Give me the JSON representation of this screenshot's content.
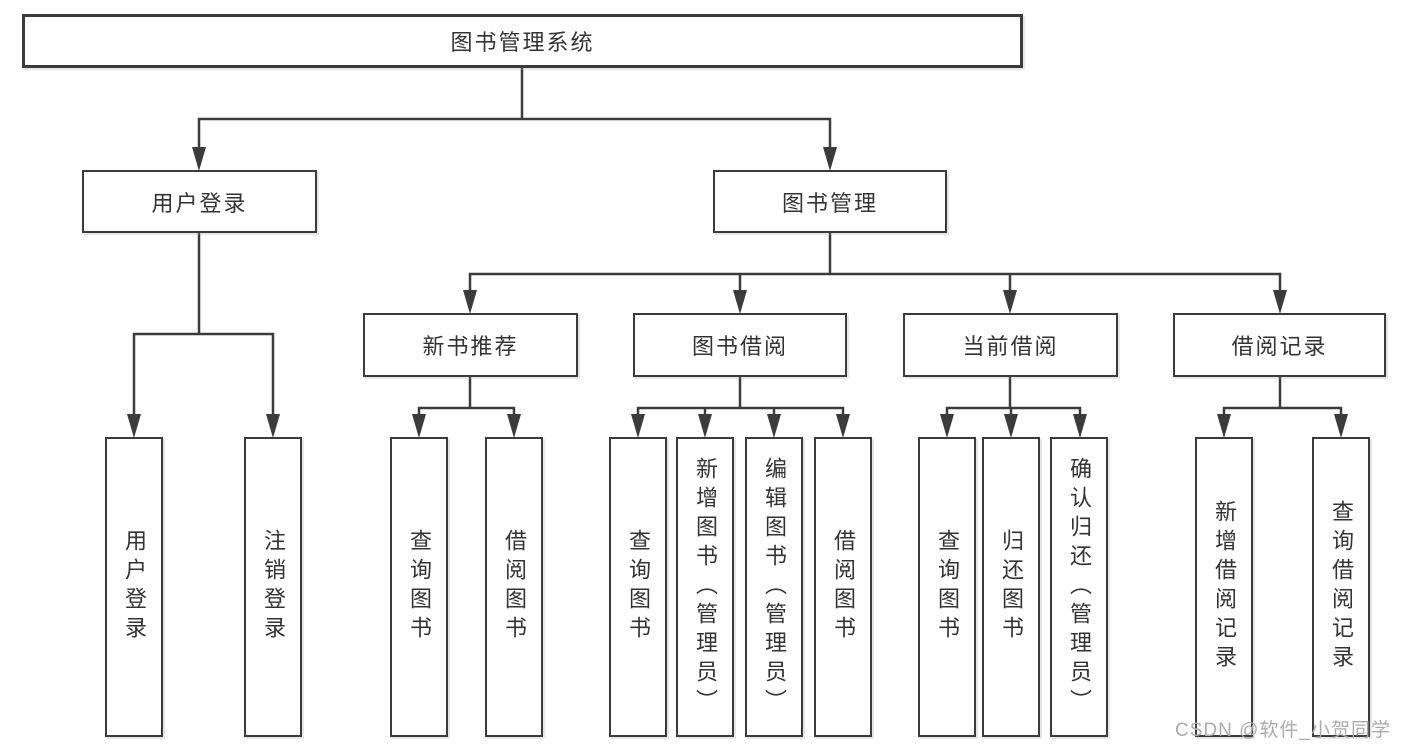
{
  "diagram": {
    "root": {
      "label": "图书管理系统"
    },
    "level2": [
      {
        "label": "用户登录"
      },
      {
        "label": "图书管理"
      }
    ],
    "level3": [
      {
        "label": "新书推荐"
      },
      {
        "label": "图书借阅"
      },
      {
        "label": "当前借阅"
      },
      {
        "label": "借阅记录"
      }
    ],
    "leaves": {
      "user_login": [
        {
          "label": "用户登录"
        },
        {
          "label": "注销登录"
        }
      ],
      "new_book_recommend": [
        {
          "label": "查询图书"
        },
        {
          "label": "借阅图书"
        }
      ],
      "book_borrow": [
        {
          "label": "查询图书"
        },
        {
          "label": "新增图书（管理员）"
        },
        {
          "label": "编辑图书（管理员）"
        },
        {
          "label": "借阅图书"
        }
      ],
      "current_borrow": [
        {
          "label": "查询图书"
        },
        {
          "label": "归还图书"
        },
        {
          "label": "确认归还（管理员）"
        }
      ],
      "borrow_records": [
        {
          "label": "新增借阅记录"
        },
        {
          "label": "查询借阅记录"
        }
      ]
    },
    "colors": {
      "line": "#3b3b3b",
      "text": "#333333",
      "background": "#ffffff",
      "watermark": "#ababab"
    },
    "watermark": "CSDN @软件_小贺同学"
  }
}
